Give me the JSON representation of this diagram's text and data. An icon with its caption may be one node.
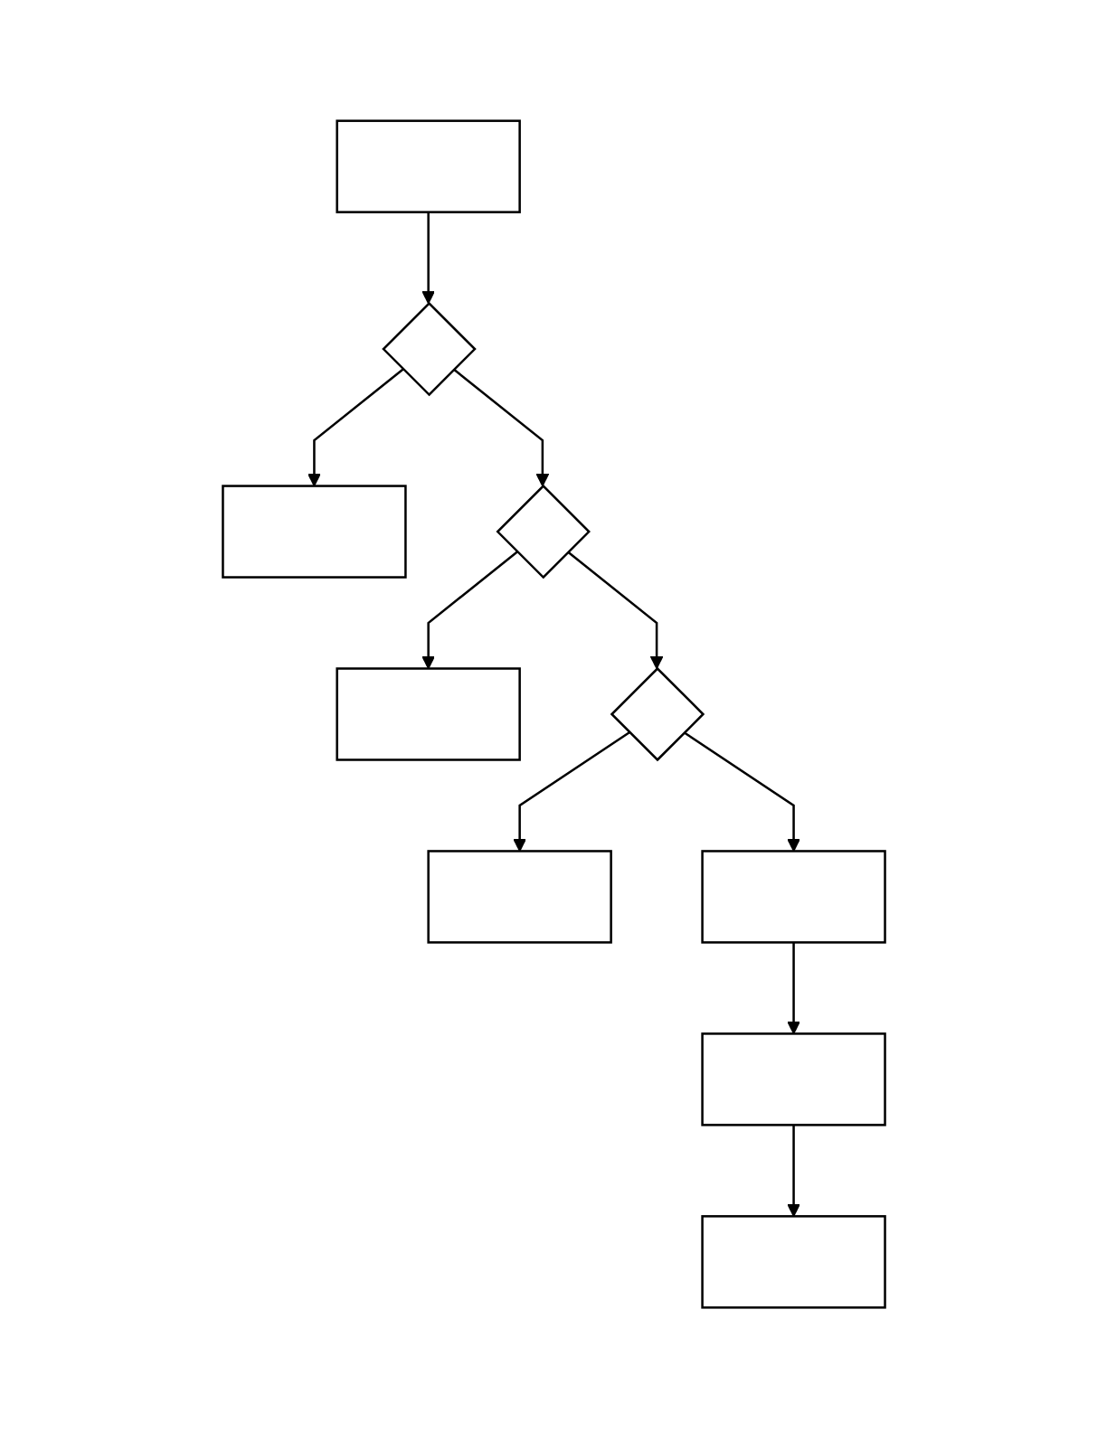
{
  "diagram": {
    "nodes": [
      {
        "text": [],
        "shape": "box"
      },
      {
        "text": [],
        "shape": "diamond"
      },
      {
        "text": [],
        "shape": "box"
      },
      {
        "text": [],
        "shape": "diamond"
      },
      {
        "text": [],
        "shape": "box"
      },
      {
        "text": [],
        "shape": "diamond"
      },
      {
        "text": [],
        "shape": "box"
      },
      {
        "text": [],
        "shape": "box"
      },
      {
        "text": [],
        "shape": "box"
      },
      {
        "text": [],
        "shape": "box"
      }
    ],
    "edges": [
      {
        "from": 0,
        "to": 1,
        "arrow": "to"
      },
      {
        "from": 1,
        "to": 3,
        "arrow": "to"
      },
      {
        "from": 3,
        "to": 5,
        "arrow": "to"
      },
      {
        "from": 5,
        "to": 7,
        "arrow": "to"
      },
      {
        "from": 7,
        "to": 8,
        "arrow": "to"
      },
      {
        "from": 8,
        "to": 9,
        "arrow": "to"
      },
      {
        "from": 1,
        "to": 2,
        "arrow": "to"
      },
      {
        "from": 3,
        "to": 4,
        "arrow": "to"
      },
      {
        "from": 5,
        "to": 6,
        "arrow": "to"
      }
    ]
  }
}
